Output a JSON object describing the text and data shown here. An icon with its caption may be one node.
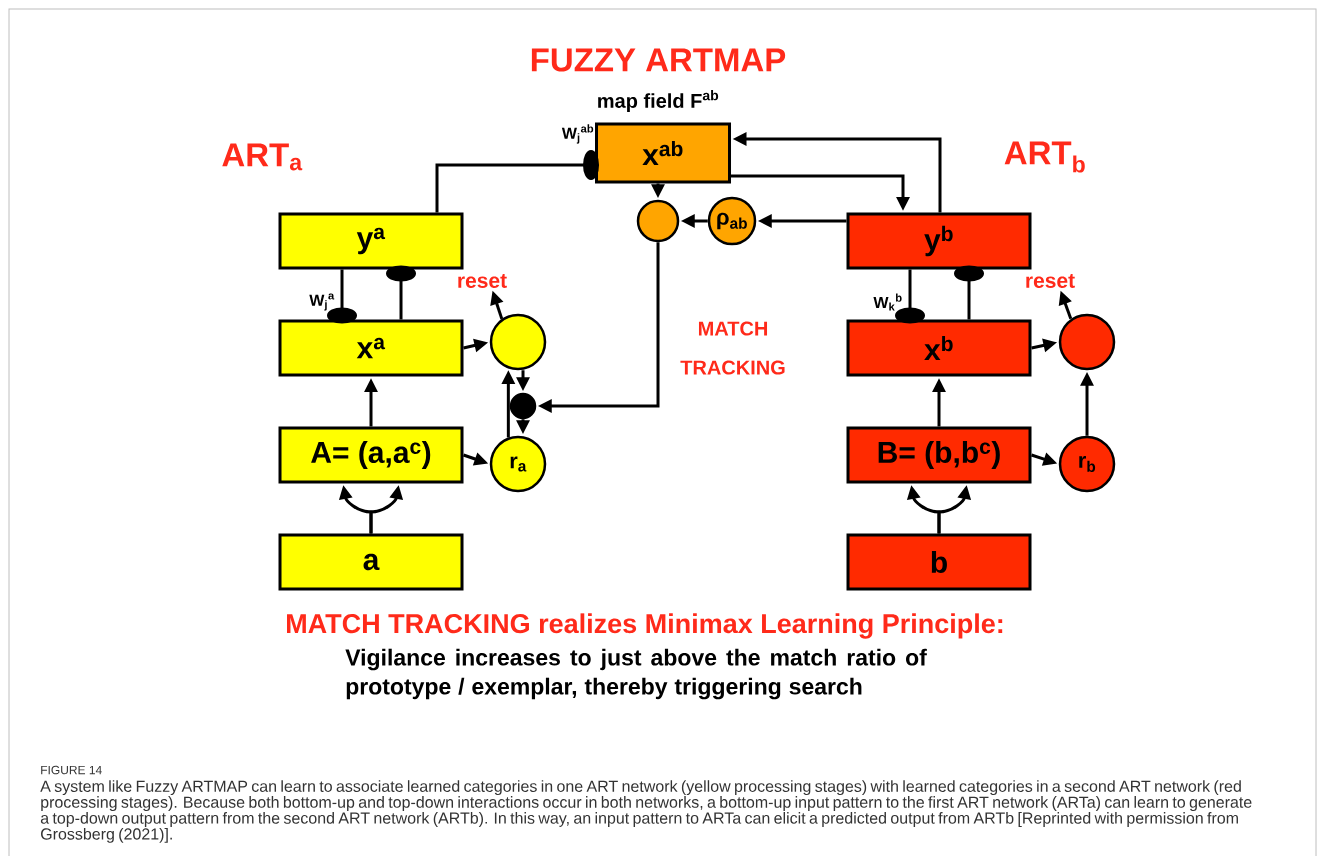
{
  "diagram": {
    "title": "FUZZY ARTMAP",
    "caption": "A system like Fuzzy ARTMAP can learn to associate learned categories in one ART network (yellow processing stages) with learned categories in a second ART network (red processing stages). Because both bottom-up and top-down interactions occur in both networks, a bottom-up input pattern to the first ART network (ARTa) can learn to generate a top-down output pattern from the second ART network (ARTb). In this way, an input pattern to ARTa can elicit a predicted output from ARTb [Reprinted with permission from Grossberg (2021)].",
    "nodes": [
      {
        "text": [
          "y$^{a}$"
        ]
      },
      {
        "text": [
          "x$^{a}$"
        ]
      },
      {
        "text": [
          "A= (a,a$^{c}$)"
        ]
      },
      {
        "text": [
          "a"
        ]
      },
      {
        "text": [],
        "shape": "circle"
      },
      {
        "text": [],
        "shape": "circle"
      },
      {
        "text": [
          "r$_{a}$"
        ]
      },
      {
        "text": [
          "map field F$^{ab}$",
          "x$^{ab}$"
        ]
      },
      {
        "text": [],
        "shape": "circle"
      },
      {
        "text": [
          "ρ$_{ab}$"
        ]
      },
      {
        "text": [
          "y$^{b}$"
        ]
      },
      {
        "text": [
          "x$^{b}$"
        ]
      },
      {
        "text": [
          "B= (b,b$^{c}$)"
        ]
      },
      {
        "text": [
          "b"
        ]
      },
      {
        "text": [],
        "shape": "circle"
      },
      {
        "text": [
          "r$_{b}$"
        ]
      },
      {
        "text": [
          "reset"
        ]
      },
      {
        "text": [
          "reset"
        ]
      }
    ],
    "edges": [
      {
        "from": 0,
        "to": 7,
        "arrow": "other"
      },
      {
        "from": 1,
        "to": 0,
        "arrow": "other"
      },
      {
        "from": 0,
        "to": 1,
        "arrow": "other"
      },
      {
        "from": 2,
        "to": 1,
        "arrow": "to"
      },
      {
        "from": 3,
        "to": 2,
        "arrow": "to"
      },
      {
        "from": 3,
        "to": 2,
        "arrow": "to"
      },
      {
        "from": 1,
        "to": 4,
        "arrow": "to"
      },
      {
        "from": 2,
        "to": 6,
        "arrow": "to"
      },
      {
        "from": 6,
        "to": 4,
        "arrow": "to"
      },
      {
        "from": 4,
        "to": 5,
        "arrow": "to"
      },
      {
        "from": 5,
        "to": 6,
        "arrow": "to"
      },
      {
        "from": 4,
        "to": 16,
        "arrow": "to"
      },
      {
        "from": 7,
        "to": 8,
        "arrow": "to"
      },
      {
        "from": 9,
        "to": 8,
        "arrow": "to"
      },
      {
        "from": 10,
        "to": 9,
        "arrow": "to"
      },
      {
        "from": 8,
        "to": 5,
        "arrow": "to"
      },
      {
        "from": 7,
        "to": 10,
        "arrow": "to"
      },
      {
        "from": 10,
        "to": 7,
        "arrow": "to"
      },
      {
        "from": 11,
        "to": 10,
        "arrow": "other"
      },
      {
        "from": 10,
        "to": 11,
        "arrow": "other"
      },
      {
        "from": 12,
        "to": 11,
        "arrow": "to"
      },
      {
        "from": 13,
        "to": 12,
        "arrow": "to"
      },
      {
        "from": 13,
        "to": 12,
        "arrow": "to"
      },
      {
        "from": 11,
        "to": 14,
        "arrow": "to"
      },
      {
        "from": 12,
        "to": 15,
        "arrow": "to"
      },
      {
        "from": 15,
        "to": 14,
        "arrow": "to"
      },
      {
        "from": 14,
        "to": 17,
        "arrow": "to"
      }
    ],
    "labels": [
      "ART$_{a}$",
      "ART$_{b}$",
      "W$_{j}$$^{ab}$",
      "W$_{j}$$^{a}$",
      "W$_{k}$$^{b}$",
      "MATCH TRACKING",
      "MATCH TRACKING realizes Minimax Learning Principle:",
      "Vigilance increases to just above the match ratio of prototype / exemplar, thereby triggering search",
      "FIGURE 14"
    ]
  }
}
